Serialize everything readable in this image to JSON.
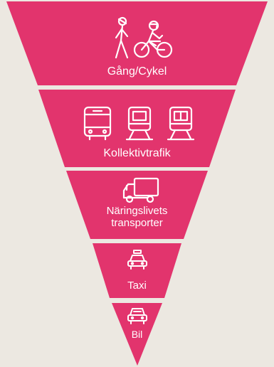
{
  "colors": {
    "background": "#ece8e1",
    "tier_fill": "#e2346d",
    "icon_stroke": "#ffffff",
    "text": "#ffffff"
  },
  "tiers": [
    {
      "id": "walk-bike",
      "label": "Gång/Cykel",
      "icons": [
        "pedestrian-icon",
        "cyclist-icon"
      ]
    },
    {
      "id": "public-transport",
      "label": "Kollektivtrafik",
      "icons": [
        "bus-icon",
        "tram-icon",
        "train-icon"
      ]
    },
    {
      "id": "freight",
      "label_lines": [
        "Näringslivets",
        "transporter"
      ],
      "icons": [
        "truck-icon"
      ]
    },
    {
      "id": "taxi",
      "label": "Taxi",
      "icons": [
        "taxi-icon"
      ]
    },
    {
      "id": "car",
      "label": "Bil",
      "icons": [
        "car-icon"
      ]
    }
  ]
}
